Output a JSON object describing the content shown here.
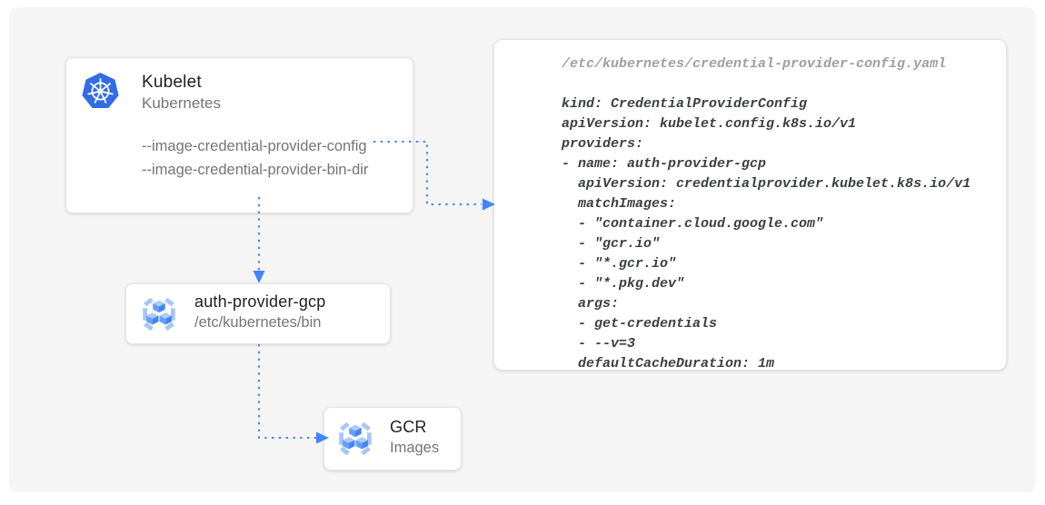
{
  "diagram": {
    "kubelet_card": {
      "title": "Kubelet",
      "subtitle": "Kubernetes",
      "flags": [
        "--image-credential-provider-config",
        "--image-credential-provider-bin-dir"
      ]
    },
    "auth_provider_card": {
      "title": "auth-provider-gcp",
      "subtitle": "/etc/kubernetes/bin"
    },
    "gcr_card": {
      "title": "GCR",
      "subtitle": "Images"
    },
    "code_panel": {
      "header": "/etc/kubernetes/credential-provider-config.yaml",
      "lines": [
        "kind: CredentialProviderConfig",
        "apiVersion: kubelet.config.k8s.io/v1",
        "providers:",
        "- name: auth-provider-gcp",
        "  apiVersion: credentialprovider.kubelet.k8s.io/v1",
        "  matchImages:",
        "  - \"container.cloud.google.com\"",
        "  - \"gcr.io\"",
        "  - \"*.gcr.io\"",
        "  - \"*.pkg.dev\"",
        "  args:",
        "  - get-credentials",
        "  - --v=3",
        "  defaultCacheDuration: 1m"
      ]
    },
    "icons": {
      "kubelet": "kubernetes-helm-icon",
      "auth_provider": "container-registry-icon",
      "gcr": "container-registry-icon"
    },
    "colors": {
      "arrow_blue": "#4285F4",
      "kubernetes_blue": "#326CE5",
      "registry_bracket_blue": "#A6C5FA",
      "canvas_gray": "#F5F5F5",
      "title_text": "#212121",
      "muted_text": "#757575",
      "code_text": "#3C4043",
      "code_header_text": "#9AA0A6"
    }
  }
}
